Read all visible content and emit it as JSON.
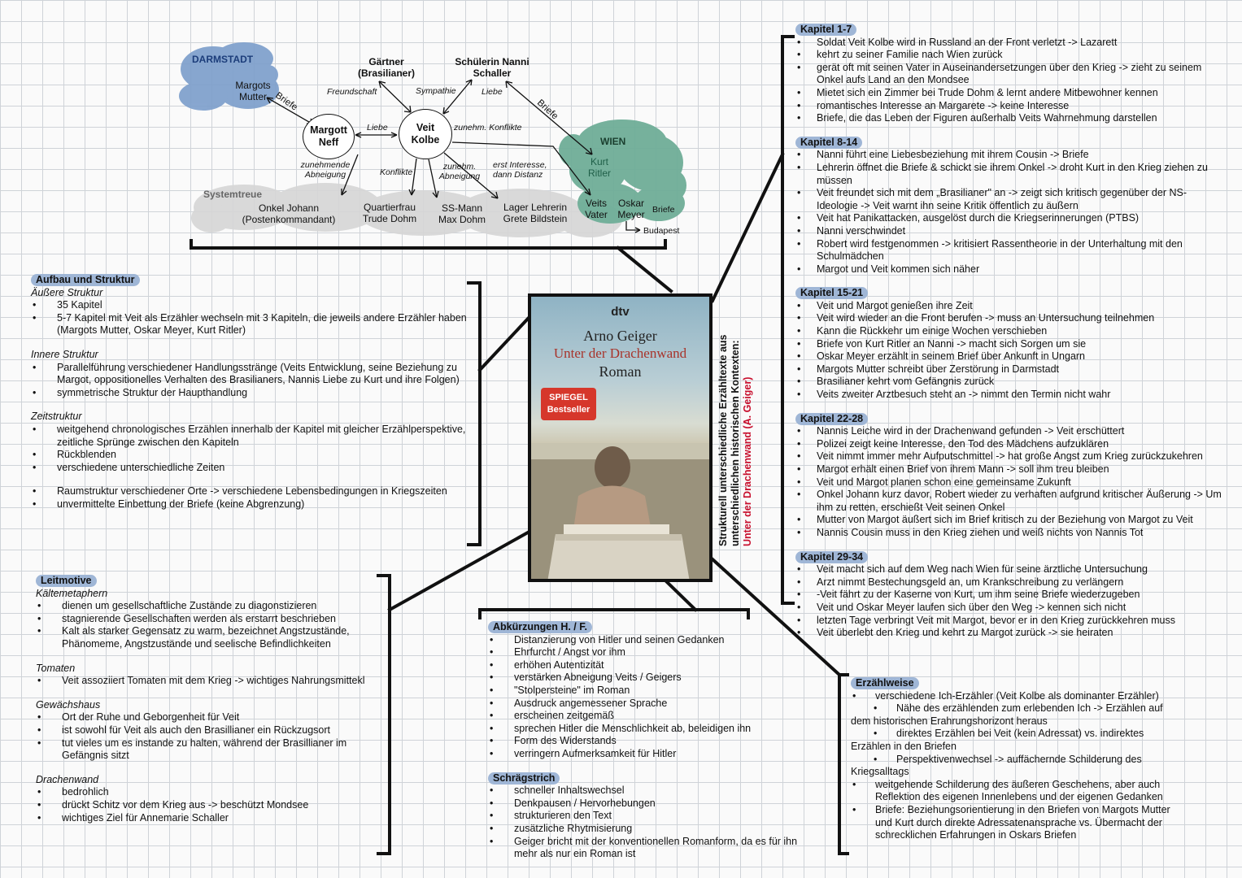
{
  "diagram": {
    "places": {
      "darmstadt": "DARMSTADT",
      "wien": "WIEN",
      "systemtreue": "Systemtreue"
    },
    "nodes": {
      "margots_mutter": "Margots Mutter",
      "margott_neff": "Margott Neff",
      "veit_kolbe": "Veit Kolbe",
      "gaertner": "Gärtner (Brasilianer)",
      "schuelerin": "Schülerin Nanni Schaller",
      "kurt_ritler": "Kurt Ritler",
      "onkel_johann": "Onkel Johann (Postenkommandant)",
      "quartierfrau": "Quartierfrau Trude Dohm",
      "ss_mann": "SS-Mann Max Dohm",
      "lager_lehrerin": "Lager Lehrerin Grete Bildstein",
      "veits_vater": "Veits Vater",
      "oskar_meyer": "Oskar Meyer",
      "budapest": "Budapest"
    },
    "edges": {
      "briefe_1": "Briefe",
      "freundschaft": "Freundschaft",
      "sympathie": "Sympathie",
      "liebe_1": "Liebe",
      "briefe_2": "Briefe",
      "liebe_2": "Liebe",
      "zunehm_konflikte": "zunehm. Konflikte",
      "zunehmende_abneigung": "zunehmende Abneigung",
      "konflikte": "Konflikte",
      "zunehm_abneigung": "zunehm. Abneigung",
      "erst_interesse": "erst Interesse, dann Distanz",
      "briefe_3": "Briefe"
    }
  },
  "aufbau": {
    "title": "Aufbau und Struktur",
    "aeussere": {
      "label": "Äußere Struktur",
      "items": [
        "35 Kapitel",
        "5-7 Kapitel mit Veit als Erzähler wechseln mit 3 Kapiteln, die jeweils andere Erzähler haben (Margots Mutter, Oskar Meyer, Kurt Ritler)"
      ]
    },
    "innere": {
      "label": "Innere Struktur",
      "items": [
        "Parallelführung verschiedener Handlungsstränge (Veits Entwicklung, seine Beziehung zu Margot, oppositionelles Verhalten des Brasilianers, Nannis Liebe zu Kurt und ihre Folgen)",
        "symmetrische Struktur der Haupthandlung"
      ]
    },
    "zeit": {
      "label": "Zeitstruktur",
      "items": [
        "weitgehend chronologisches Erzählen innerhalb der Kapitel mit gleicher Erzählperspektive, zeitliche Sprünge zwischen den Kapiteln",
        "Rückblenden",
        "verschiedene unterschiedliche Zeiten"
      ]
    },
    "raum": {
      "items": [
        "Raumstruktur verschiedener Orte -> verschiedene Lebensbedingungen in Kriegszeiten",
        "unvermittelte Einbettung der Briefe (keine Abgrenzung)"
      ]
    }
  },
  "leitmotive": {
    "title": "Leitmotive",
    "groups": [
      {
        "label": "Kältemetaphern",
        "items": [
          "dienen um gesellschaftliche Zustände zu diagonstizieren",
          "stagnierende Gesellschaften werden als erstarrt beschrieben",
          "Kalt als starker Gegensatz zu warm, bezeichnet Angstzustände, Phänomeme, Angstzustände und seelische Befindlichkeiten"
        ]
      },
      {
        "label": "Tomaten",
        "items": [
          "Veit assoziiert Tomaten mit dem Krieg -> wichtiges Nahrungsmittekl"
        ]
      },
      {
        "label": "Gewächshaus",
        "items": [
          "Ort der Ruhe und Geborgenheit für Veit",
          "ist sowohl für Veit als auch den Brasillianer ein Rückzugsort",
          "tut vieles um es instande zu halten, während der Brasillianer im Gefängnis sitzt"
        ]
      },
      {
        "label": "Drachenwand",
        "items": [
          "bedrohlich",
          "drückt Schitz vor dem Krieg aus -> beschützt Mondsee",
          "wichtiges Ziel für Annemarie Schaller"
        ]
      }
    ]
  },
  "book": {
    "publisher": "dtv",
    "author": "Arno Geiger",
    "title": "Unter der Drachenwand",
    "genre": "Roman",
    "badge_1": "SPIEGEL",
    "badge_2": "Bestseller"
  },
  "vertical": {
    "line1": "Strukturell unterschiedliche Erzähltexte aus",
    "line2": "unterschiedlichen historischen Kontexten:",
    "line3": "Unter der Drachenwand (A. Geiger)"
  },
  "abkuerzungen": {
    "title": "Abkürzungen H. / F.",
    "items": [
      "Distanzierung von Hitler und seinen Gedanken",
      "Ehrfurcht / Angst vor ihm",
      "erhöhen Autentizität",
      "verstärken Abneigung Veits / Geigers",
      "\"Stolpersteine\" im Roman",
      "Ausdruck angemessener Sprache",
      "erscheinen zeitgemäß",
      "sprechen Hitler die Menschlichkeit ab, beleidigen ihn",
      "Form des Widerstands",
      "verringern Aufmerksamkeit für Hitler"
    ]
  },
  "schraegstrich": {
    "title": "Schrägstrich",
    "items": [
      "schneller Inhaltswechsel",
      "Denkpausen / Hervorhebungen",
      "strukturieren den Text",
      "zusätzliche Rhytmisierung",
      "Geiger bricht mit der konventionellen Romanform, da es für ihn mehr als nur ein Roman ist"
    ]
  },
  "kapitel": [
    {
      "title": "Kapitel 1-7",
      "items": [
        "Soldat Veit Kolbe wird in Russland an der Front verletzt -> Lazarett",
        "kehrt zu seiner Familie nach Wien zurück",
        "gerät oft mit seinen Vater in Auseinandersetzungen über den Krieg -> zieht zu seinem Onkel aufs Land an den Mondsee",
        "Mietet sich ein Zimmer bei Trude Dohm & lernt andere Mitbewohner kennen",
        "romantisches Interesse an Margarete -> keine Interesse",
        "Briefe, die das Leben der Figuren außerhalb Veits Wahrnehmung darstellen"
      ]
    },
    {
      "title": "Kapitel 8-14",
      "items": [
        "Nanni führt eine Liebesbeziehung mit ihrem Cousin -> Briefe",
        "Lehrerin öffnet die Briefe & schickt sie ihrem Onkel -> droht Kurt in den Krieg ziehen zu müssen",
        "Veit freundet sich mit dem „Brasilianer\" an -> zeigt sich kritisch gegenüber der NS-Ideologie -> Veit warnt ihn seine Kritik öffentlich zu äußern",
        "Veit hat Panikattacken, ausgelöst durch die Kriegserinnerungen (PTBS)",
        "Nanni verschwindet",
        "Robert wird festgenommen -> kritisiert Rassentheorie in der Unterhaltung mit den Schulmädchen",
        "Margot und Veit kommen sich näher"
      ]
    },
    {
      "title": "Kapitel 15-21",
      "items": [
        "Veit und Margot genießen ihre Zeit",
        "Veit wird wieder an die Front berufen -> muss an Untersuchung teilnehmen",
        "Kann die Rückkehr um einige Wochen verschieben",
        "Briefe von Kurt Ritler an Nanni -> macht sich Sorgen um sie",
        "Oskar Meyer erzählt in seinem Brief über Ankunft in Ungarn",
        "Margots Mutter schreibt über Zerstörung in Darmstadt",
        "Brasilianer kehrt vom Gefängnis zurück",
        "Veits zweiter Arztbesuch steht an -> nimmt den Termin nicht wahr"
      ]
    },
    {
      "title": "Kapitel 22-28",
      "items": [
        "Nannis Leiche wird in der Drachenwand gefunden -> Veit erschüttert",
        "Polizei zeigt keine Interesse, den Tod des Mädchens aufzuklären",
        "Veit nimmt immer mehr Aufputschmittel -> hat große Angst zum Krieg zurückzukehren",
        "Margot erhält einen Brief von ihrem Mann -> soll ihm treu bleiben",
        "Veit und Margot planen schon eine gemeinsame Zukunft",
        "Onkel Johann kurz davor, Robert wieder zu verhaften aufgrund kritischer Äußerung -> Um ihm zu retten, erschießt Veit seinen Onkel",
        "Mutter von Margot äußert sich im Brief kritisch zu der Beziehung von Margot zu Veit",
        "Nannis Cousin muss in den Krieg ziehen und weiß nichts von Nannis Tot"
      ]
    },
    {
      "title": "Kapitel 29-34",
      "items": [
        "Veit macht sich auf dem Weg nach Wien für seine ärztliche Untersuchung",
        "Arzt nimmt Bestechungsgeld an, um Krankschreibung zu verlängern",
        "-Veit fährt zu der Kaserne von Kurt, um ihm seine Briefe wiederzugeben",
        "Veit und Oskar Meyer laufen sich über den Weg -> kennen sich nicht",
        "letzten Tage verbringt Veit mit Margot, bevor er in den Krieg zurückkehren muss",
        "Veit überlebt den Krieg und kehrt zu Margot zurück -> sie heiraten"
      ]
    }
  ],
  "erzaehlweise": {
    "title": "Erzählweise",
    "items": [
      {
        "level": 1,
        "text": "verschiedene Ich-Erzähler (Veit Kolbe als dominanter Erzähler)"
      },
      {
        "level": 2,
        "text": "Nähe des erzählenden zum erlebenden Ich -> Erzählen auf"
      },
      {
        "level": 0,
        "text": "dem historischen Erahrungshorizont heraus"
      },
      {
        "level": 2,
        "text": "direktes Erzählen bei Veit (kein Adressat) vs. indirektes"
      },
      {
        "level": 0,
        "text": "Erzählen in den Briefen"
      },
      {
        "level": 2,
        "text": "Perspektivenwechsel -> auffächernde Schilderung des"
      },
      {
        "level": 0,
        "text": "Kriegsalltags"
      },
      {
        "level": 1,
        "text": "weitgehende Schilderung des äußeren Geschehens, aber auch Reflektion des eigenen Innenlebens und der eigenen Gedanken"
      },
      {
        "level": 1,
        "text": "Briefe: Beziehungsorientierung in den Briefen von Margots Mutter und Kurt durch direkte Adressatenansprache vs. Übermacht der schrecklichen Erfahrungen in Oskars Briefen"
      }
    ]
  },
  "colors": {
    "darmstadt": "#7e9fcc",
    "wien": "#6fae98",
    "systemtreue": "#d8d8d8",
    "header": "#9fb6d6",
    "accent_red": "#c8102e"
  }
}
